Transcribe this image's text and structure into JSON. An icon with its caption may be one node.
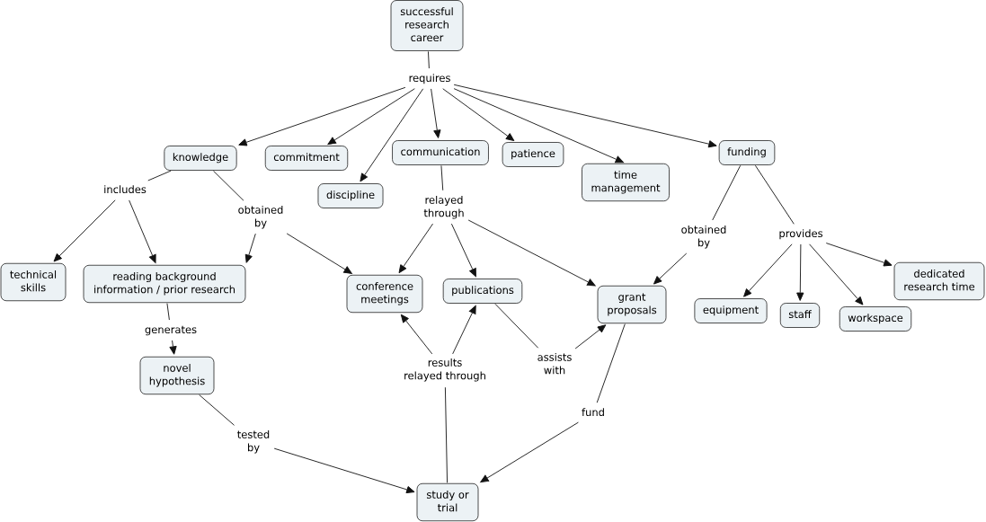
{
  "diagram": {
    "nodes": [
      {
        "text": [
          "successful research career"
        ]
      },
      {
        "text": [
          "requires"
        ]
      },
      {
        "text": [
          "knowledge"
        ]
      },
      {
        "text": [
          "commitment"
        ]
      },
      {
        "text": [
          "discipline"
        ]
      },
      {
        "text": [
          "communication"
        ]
      },
      {
        "text": [
          "patience"
        ]
      },
      {
        "text": [
          "time management"
        ]
      },
      {
        "text": [
          "funding"
        ]
      },
      {
        "text": [
          "includes"
        ]
      },
      {
        "text": [
          "obtained by"
        ]
      },
      {
        "text": [
          "relayed through"
        ]
      },
      {
        "text": [
          "obtained by"
        ]
      },
      {
        "text": [
          "provides"
        ]
      },
      {
        "text": [
          "technical skills"
        ]
      },
      {
        "text": [
          "reading background information / prior research"
        ]
      },
      {
        "text": [
          "conference meetings"
        ]
      },
      {
        "text": [
          "publications"
        ]
      },
      {
        "text": [
          "grant proposals"
        ]
      },
      {
        "text": [
          "equipment"
        ]
      },
      {
        "text": [
          "staff"
        ]
      },
      {
        "text": [
          "workspace"
        ]
      },
      {
        "text": [
          "dedicated research time"
        ]
      },
      {
        "text": [
          "generates"
        ]
      },
      {
        "text": [
          "novel hypothesis"
        ]
      },
      {
        "text": [
          "results relayed through"
        ]
      },
      {
        "text": [
          "assists with"
        ]
      },
      {
        "text": [
          "fund"
        ]
      },
      {
        "text": [
          "tested by"
        ]
      },
      {
        "text": [
          "study or trial"
        ]
      }
    ],
    "edges": [
      {
        "from": 0,
        "to": 1,
        "arrow": "none"
      },
      {
        "from": 1,
        "to": 2,
        "arrow": "to"
      },
      {
        "from": 1,
        "to": 3,
        "arrow": "to"
      },
      {
        "from": 1,
        "to": 4,
        "arrow": "to"
      },
      {
        "from": 1,
        "to": 5,
        "arrow": "to"
      },
      {
        "from": 1,
        "to": 6,
        "arrow": "to"
      },
      {
        "from": 1,
        "to": 7,
        "arrow": "to"
      },
      {
        "from": 1,
        "to": 8,
        "arrow": "to"
      },
      {
        "from": 2,
        "to": 9,
        "arrow": "none"
      },
      {
        "from": 9,
        "to": 14,
        "arrow": "to"
      },
      {
        "from": 9,
        "to": 15,
        "arrow": "to"
      },
      {
        "from": 2,
        "to": 10,
        "arrow": "none"
      },
      {
        "from": 10,
        "to": 15,
        "arrow": "to"
      },
      {
        "from": 10,
        "to": 16,
        "arrow": "to"
      },
      {
        "from": 5,
        "to": 11,
        "arrow": "none"
      },
      {
        "from": 11,
        "to": 16,
        "arrow": "to"
      },
      {
        "from": 11,
        "to": 17,
        "arrow": "to"
      },
      {
        "from": 11,
        "to": 18,
        "arrow": "to"
      },
      {
        "from": 8,
        "to": 12,
        "arrow": "none"
      },
      {
        "from": 12,
        "to": 18,
        "arrow": "to"
      },
      {
        "from": 8,
        "to": 13,
        "arrow": "none"
      },
      {
        "from": 13,
        "to": 19,
        "arrow": "to"
      },
      {
        "from": 13,
        "to": 20,
        "arrow": "to"
      },
      {
        "from": 13,
        "to": 21,
        "arrow": "to"
      },
      {
        "from": 13,
        "to": 22,
        "arrow": "to"
      },
      {
        "from": 15,
        "to": 23,
        "arrow": "none"
      },
      {
        "from": 23,
        "to": 24,
        "arrow": "to"
      },
      {
        "from": 24,
        "to": 28,
        "arrow": "none"
      },
      {
        "from": 28,
        "to": 29,
        "arrow": "to"
      },
      {
        "from": 29,
        "to": 25,
        "arrow": "none"
      },
      {
        "from": 25,
        "to": 16,
        "arrow": "to"
      },
      {
        "from": 25,
        "to": 17,
        "arrow": "to"
      },
      {
        "from": 17,
        "to": 26,
        "arrow": "none"
      },
      {
        "from": 26,
        "to": 18,
        "arrow": "to"
      },
      {
        "from": 18,
        "to": 27,
        "arrow": "none"
      },
      {
        "from": 27,
        "to": 29,
        "arrow": "to"
      }
    ]
  }
}
